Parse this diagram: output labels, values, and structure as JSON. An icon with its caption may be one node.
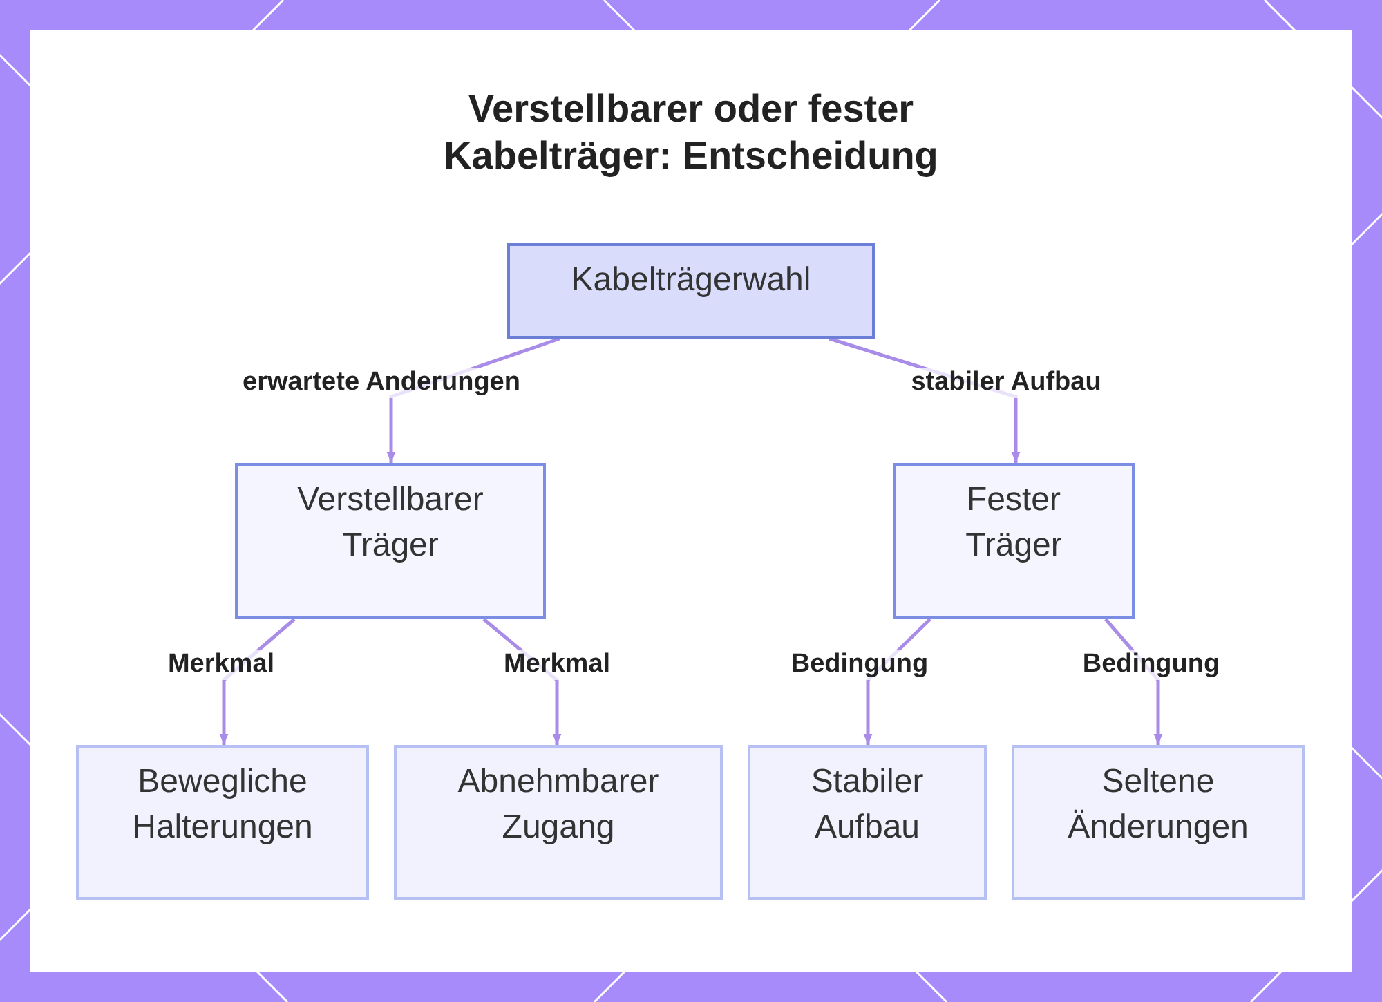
{
  "diagram": {
    "title": "Verstellbarer oder fester Kabelträger: Entscheidung",
    "nodes": [
      {
        "text": [
          "Kabelträgerwahl"
        ]
      },
      {
        "text": [
          "Verstellbarer Träger"
        ]
      },
      {
        "text": [
          "Fester Träger"
        ]
      },
      {
        "text": [
          "Bewegliche Halterungen"
        ]
      },
      {
        "text": [
          "Abnehmbarer Zugang"
        ]
      },
      {
        "text": [
          "Stabiler Aufbau"
        ]
      },
      {
        "text": [
          "Seltene Änderungen"
        ]
      }
    ],
    "edges": [
      {
        "from": 0,
        "to": 1,
        "arrow": "to",
        "label": "erwartete Anderungen"
      },
      {
        "from": 0,
        "to": 2,
        "arrow": "to",
        "label": "stabiler Aufbau"
      },
      {
        "from": 1,
        "to": 3,
        "arrow": "to",
        "label": "Merkmal"
      },
      {
        "from": 1,
        "to": 4,
        "arrow": "to",
        "label": "Merkmal"
      },
      {
        "from": 2,
        "to": 5,
        "arrow": "to",
        "label": "Bedingung"
      },
      {
        "from": 2,
        "to": 6,
        "arrow": "to",
        "label": "Bedingung"
      }
    ]
  }
}
